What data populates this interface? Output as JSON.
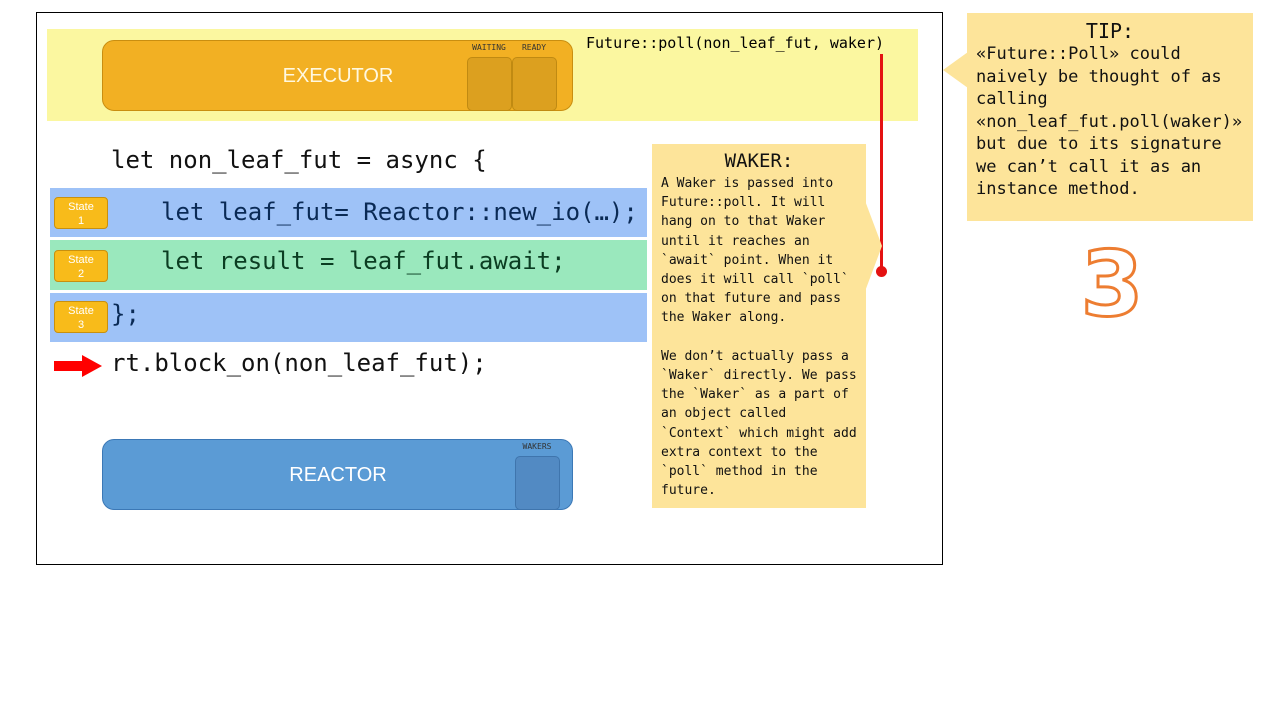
{
  "executor": {
    "label": "EXECUTOR",
    "waiting_label": "WAITING",
    "ready_label": "READY",
    "poll_call": "Future::poll(non_leaf_fut, waker)"
  },
  "code": {
    "line1": "let non_leaf_fut = async {",
    "line2": "let leaf_fut= Reactor::new_io(…);",
    "line3": "let result = leaf_fut.await;",
    "line4": "};",
    "line5": "rt.block_on(non_leaf_fut);"
  },
  "states": [
    {
      "label": "State",
      "num": "1"
    },
    {
      "label": "State",
      "num": "2"
    },
    {
      "label": "State",
      "num": "3"
    }
  ],
  "reactor": {
    "label": "REACTOR",
    "wakers_label": "WAKERS"
  },
  "waker_note": {
    "title": "WAKER:",
    "text": "A Waker is passed into Future::poll. It will hang on to that Waker until it reaches an `await` point. When it does it will call `poll` on that future and pass the Waker along.\n\nWe don’t actually pass a `Waker` directly. We pass the `Waker` as a part of an object called `Context` which might add extra context to the `poll` method in the future."
  },
  "tip": {
    "title": "TIP:",
    "text": "«Future::Poll» could naively be thought of as calling «non_leaf_fut.poll(waker)» but due to its signature we can’t call it as an instance method."
  },
  "step_number": "3",
  "colors": {
    "executor": "#f2b023",
    "reactor": "#5b9bd5",
    "note": "#fde49a",
    "state_badge": "#f8bb1a",
    "arrow": "#ff0000"
  }
}
